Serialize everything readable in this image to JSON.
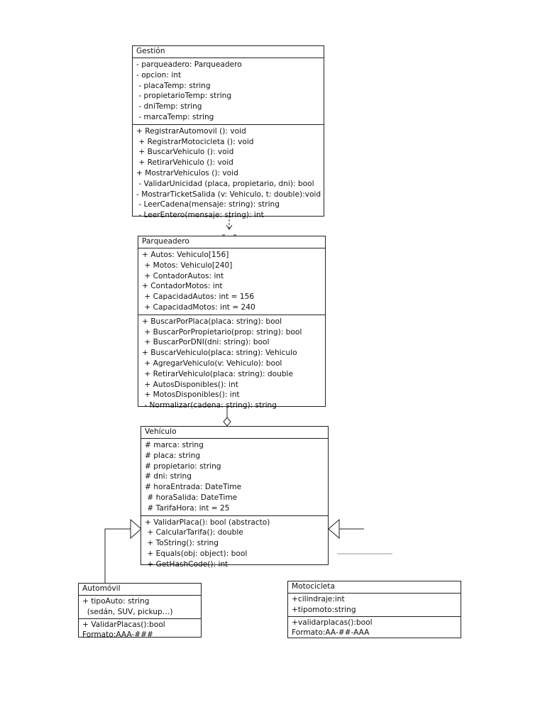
{
  "classes": {
    "gestion": {
      "title": "Gestión",
      "attributes": [
        "- parqueadero: Parqueadero",
        "- opcion: int",
        " - placaTemp: string",
        " - propietarioTemp: string",
        " - dniTemp: string",
        " - marcaTemp: string"
      ],
      "methods": [
        "+ RegistrarAutomovil (): void",
        " + RegistrarMotocicleta (): void",
        " + BuscarVehiculo (): void",
        " + RetirarVehiculo (): void",
        "+ MostrarVehiculos (): void",
        " - ValidarUnicidad (placa, propietario, dni): bool",
        "- MostrarTicketSalida (v: Vehiculo, t: double):void",
        " - LeerCadena(mensaje: string): string",
        " - LeerEntero(mensaje: string): int"
      ]
    },
    "parqueadero": {
      "title": "Parqueadero",
      "attributes": [
        "+ Autos: Vehiculo[156]",
        " + Motos: Vehiculo[240]",
        " + ContadorAutos: int",
        "+ ContadorMotos: int",
        " + CapacidadAutos: int = 156",
        " + CapacidadMotos: int = 240"
      ],
      "methods": [
        "+ BuscarPorPlaca(placa: string): bool",
        " + BuscarPorPropietario(prop: string): bool",
        " + BuscarPorDNI(dni: string): bool",
        "+ BuscarVehiculo(placa: string): Vehiculo",
        " + AgregarVehiculo(v: Vehiculo): bool",
        " + RetirarVehiculo(placa: string): double",
        " + AutosDisponibles(): int",
        " + MotosDisponibles(): int",
        " - Normalizar(cadena: string): string"
      ]
    },
    "vehiculo": {
      "title": "Vehículo",
      "attributes": [
        "# marca: string",
        "# placa: string",
        "# propietario: string",
        "# dni: string",
        "# horaEntrada: DateTime",
        " # horaSalida: DateTime",
        " # TarifaHora: int = 25"
      ],
      "methods": [
        "+ ValidarPlaca(): bool (abstracto)",
        " + CalcularTarifa(): double",
        " + ToString(): string",
        " + Equals(obj: object): bool",
        " + GetHashCode(): int"
      ]
    },
    "automovil": {
      "title": "Automóvil",
      "attributes": [
        "+ tipoAuto: string",
        "  (sedán, SUV, pickup…)"
      ],
      "methods": [
        "+ ValidarPlacas():bool",
        "Formato:AAA-###"
      ]
    },
    "motocicleta": {
      "title": "Motocicleta",
      "attributes": [
        "+cilindraje:int",
        "+tipomoto:string"
      ],
      "methods": [
        "+validarplacas():bool",
        "Formato:AA-##-AAA"
      ]
    }
  },
  "colors": {
    "line": "#222222",
    "background": "#ffffff",
    "stray_line": "#9a9a9a"
  }
}
